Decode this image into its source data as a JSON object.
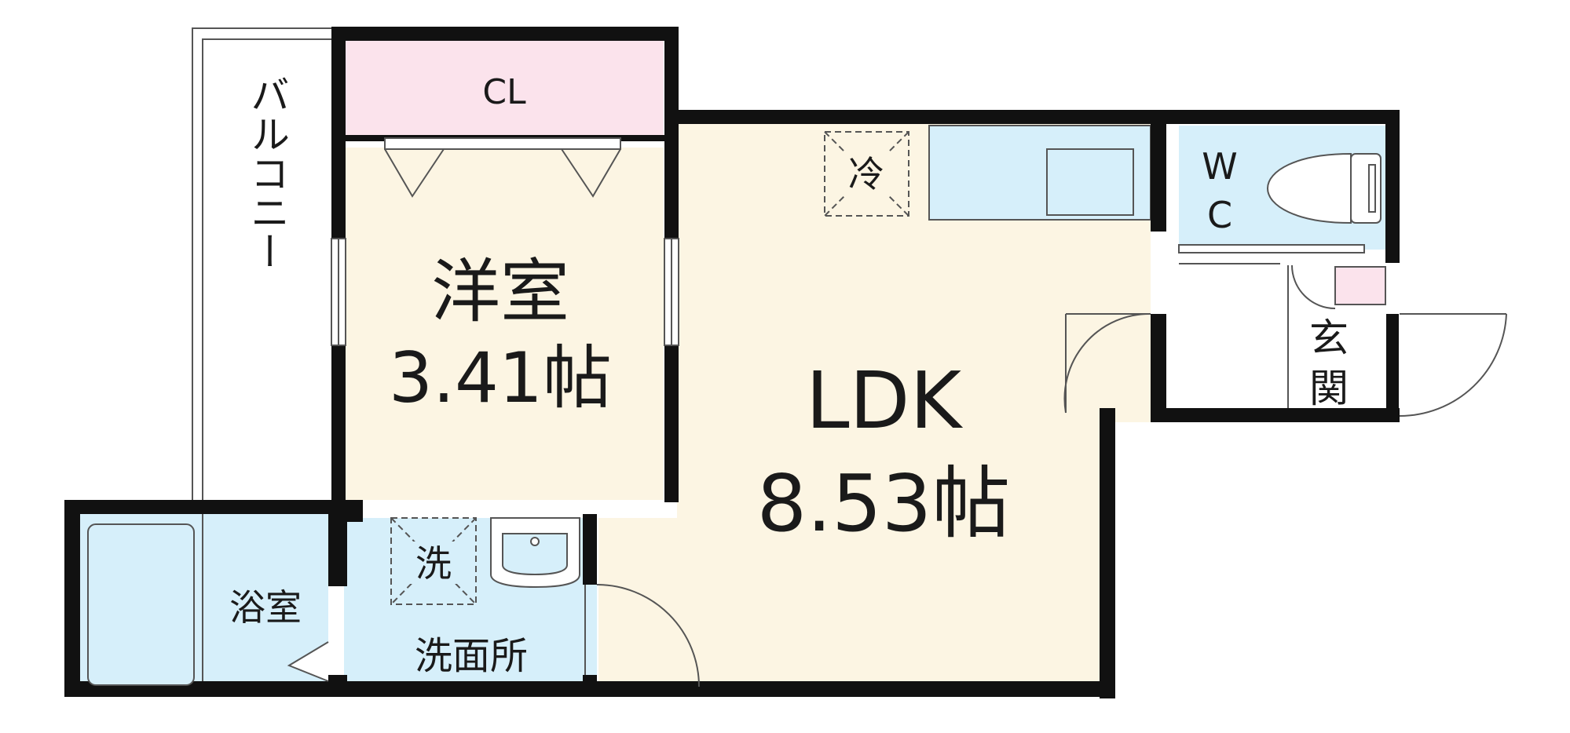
{
  "colors": {
    "wall": "#111111",
    "wood_floor": "#fcf5e3",
    "tile_floor": "#d6effa",
    "closet": "#fbe3ec",
    "balcony": "#ffffff",
    "line": "#555555"
  },
  "rooms": {
    "closet": {
      "label": "CL"
    },
    "western_room": {
      "name": "洋室",
      "size": "3.41帖"
    },
    "ldk": {
      "name": "LDK",
      "size": "8.53帖"
    },
    "balcony": {
      "label": "バルコニー"
    },
    "bathroom": {
      "label": "浴室"
    },
    "washroom": {
      "label": "洗面所"
    },
    "wc": {
      "label_w": "W",
      "label_c": "C"
    },
    "entrance": {
      "label_1": "玄",
      "label_2": "関"
    }
  },
  "fixtures": {
    "fridge_space": {
      "label": "冷"
    },
    "washer_space": {
      "label": "洗"
    }
  }
}
